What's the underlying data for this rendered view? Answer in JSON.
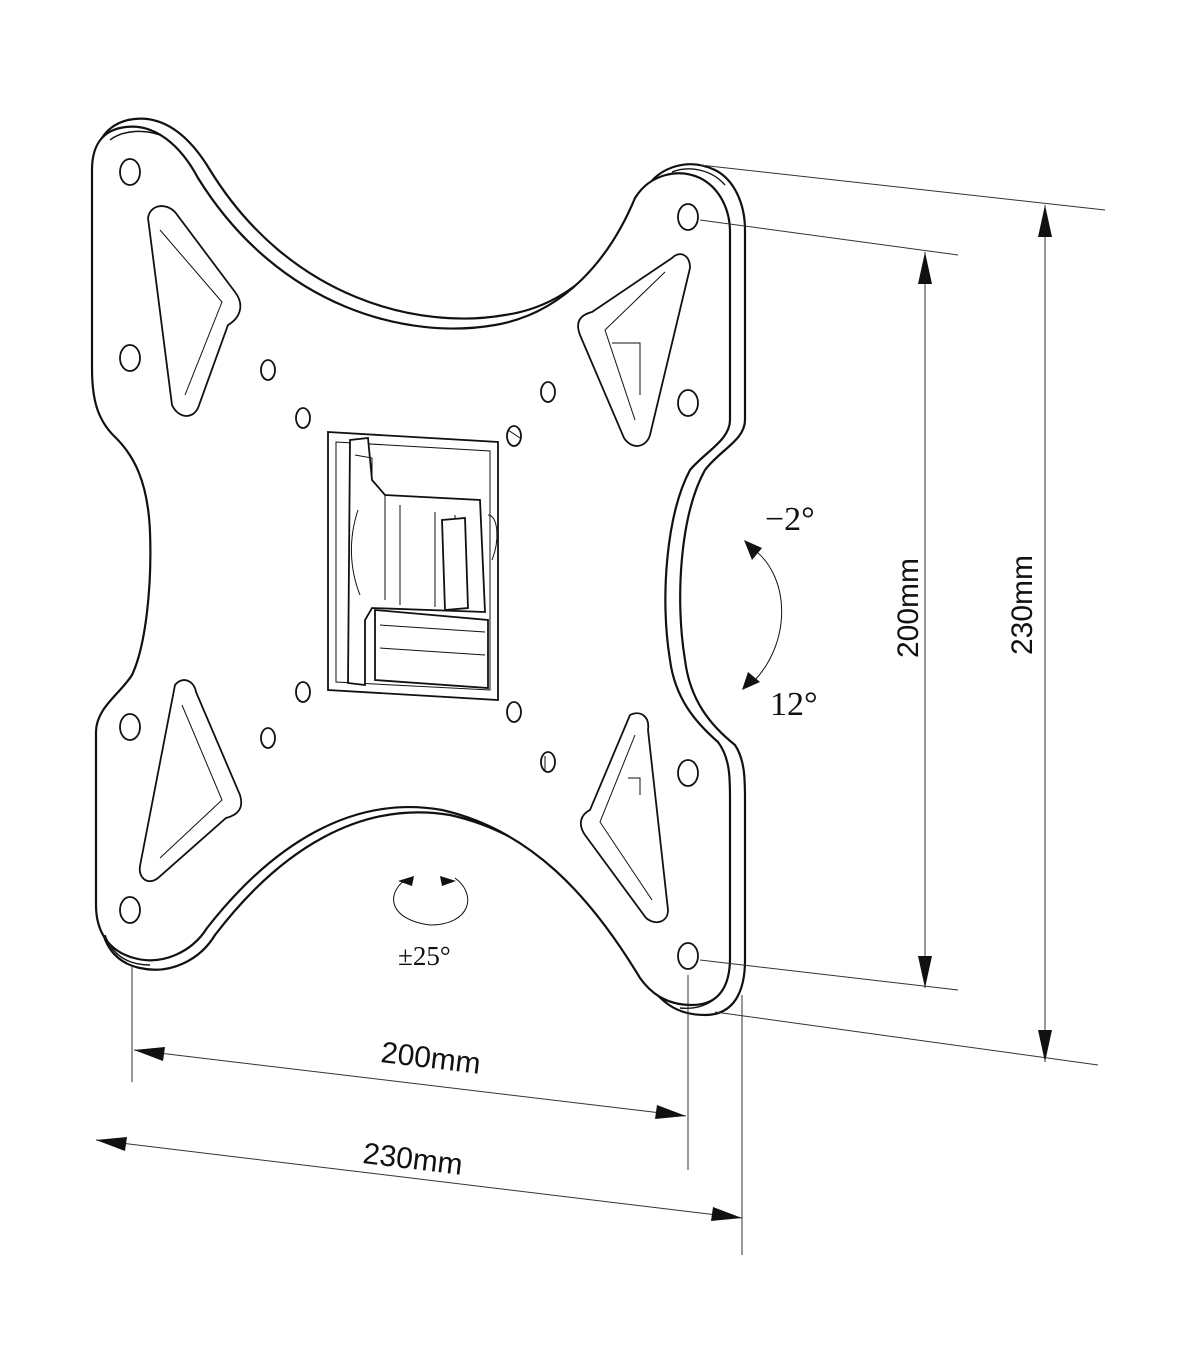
{
  "drawing": {
    "tilt_up": "−2°",
    "tilt_down": "12°",
    "swivel": "±25°",
    "dimensions": {
      "hole_height": "200mm",
      "plate_height": "230mm",
      "hole_width": "200mm",
      "plate_width": "230mm"
    }
  }
}
